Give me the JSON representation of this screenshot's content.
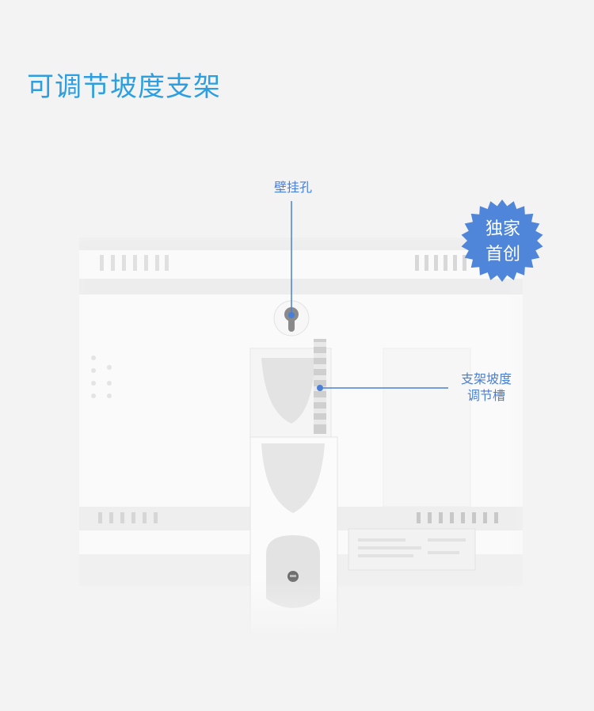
{
  "title": "可调节坡度支架",
  "callouts": {
    "wall_hole": "壁挂孔",
    "slope_slot_line1": "支架坡度",
    "slope_slot_line2": "调节槽"
  },
  "badge": {
    "line1": "独家",
    "line2": "首创",
    "color": "#4f86d9"
  },
  "colors": {
    "title": "#2d9fe0",
    "callout": "#4a7fd8",
    "background": "#f3f3f3",
    "device": "#ffffff"
  }
}
